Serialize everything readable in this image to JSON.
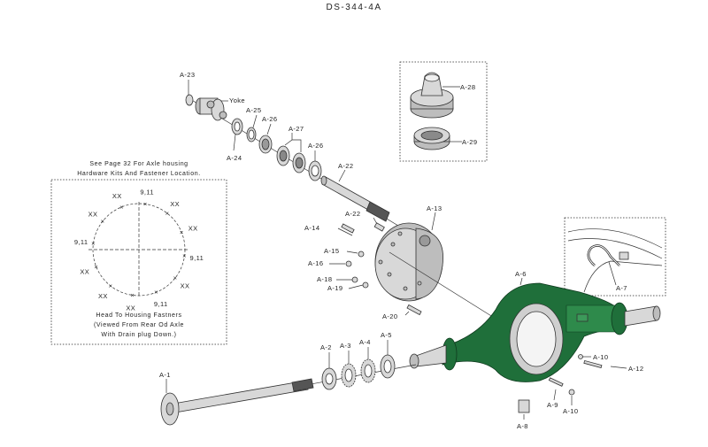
{
  "diagram": {
    "doc_number": "DS-344-4A",
    "note_lines": [
      "See Page 32 For Axle housing",
      "Hardware Kits And Fastener Location."
    ],
    "caption_lines": [
      "Head To Housing Fastners",
      "(Viewed From Rear Od Axle",
      "With Drain plug Down.)"
    ],
    "yoke_label": "Yoke",
    "bolt_labels": [
      "9,11",
      "XX",
      "XX",
      "9,11",
      "XX",
      "9,11",
      "XX",
      "XX",
      "XX",
      "9,11",
      "XX",
      "XX"
    ],
    "part_labels": {
      "a1": "A-1",
      "a2": "A-2",
      "a3": "A-3",
      "a4": "A-4",
      "a5": "A-5",
      "a6": "A-6",
      "a7": "A-7",
      "a8": "A-8",
      "a9": "A-9",
      "a10a": "A-10",
      "a10b": "A-10",
      "a12": "A-12",
      "a13": "A-13",
      "a14": "A-14",
      "a15": "A-15",
      "a16": "A-16",
      "a18": "A-18",
      "a19": "A-19",
      "a20": "A-20",
      "a22a": "A-22",
      "a22b": "A-22",
      "a23": "A-23",
      "a24": "A-24",
      "a25": "A-25",
      "a26a": "A-26",
      "a26b": "A-26",
      "a27": "A-27",
      "a28": "A-28",
      "a29": "A-29"
    }
  }
}
